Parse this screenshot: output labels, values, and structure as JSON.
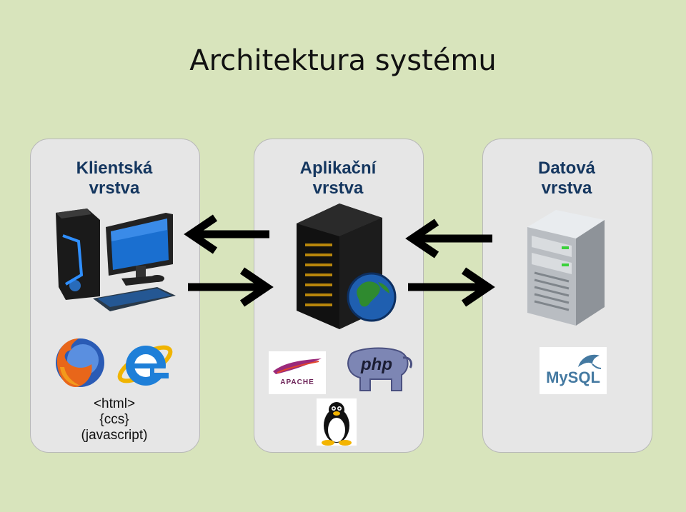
{
  "title": "Architektura systému",
  "layers": [
    {
      "line1": "Klientská",
      "line2": "vrstva"
    },
    {
      "line1": "Aplikační",
      "line2": "vrstva"
    },
    {
      "line1": "Datová",
      "line2": "vrstva"
    }
  ],
  "client_code": [
    "<html>",
    "{ccs}",
    "(javascript)"
  ],
  "logos": {
    "apache": "APACHE",
    "php": "php",
    "mysql": "MySQL"
  },
  "colors": {
    "background": "#d8e4bc",
    "panel": "#e6e6e6",
    "layer_title": "#14365f",
    "arrow": "#000000"
  }
}
